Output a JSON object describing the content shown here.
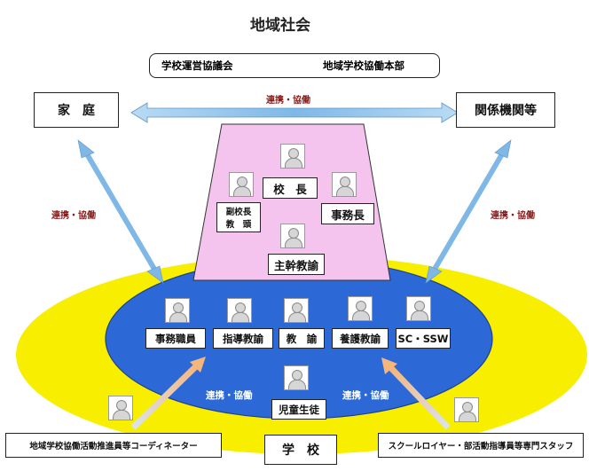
{
  "title": "地域社会",
  "header": {
    "left": "学校運営協議会",
    "right": "地域学校協働本部"
  },
  "outer": {
    "left": "家　庭",
    "right": "関係機関等",
    "link_top": "連携・協働",
    "link_left": "連携・協働",
    "link_right": "連携・協働"
  },
  "management": {
    "principal": "校　長",
    "vice_principal_line1": "副校長",
    "vice_principal_line2": "教　頭",
    "office_manager": "事務長",
    "chief_teacher": "主幹教諭"
  },
  "staff": {
    "office_staff": "事務職員",
    "guidance_teacher": "指導教諭",
    "teacher": "教　諭",
    "nurse_teacher": "養護教諭",
    "sc_ssw": "SC・SSW"
  },
  "students": "児童生徒",
  "inner_links": {
    "left": "連携・協働",
    "right": "連携・協働"
  },
  "bottom": {
    "left": "地域学校協働活動推進員等コーディネーター",
    "center": "学　校",
    "right": "スクールロイヤー・部活動指導員等専門スタッフ"
  },
  "colors": {
    "yellow_ellipse": "#f7ee00",
    "blue_ellipse": "#2d69d6",
    "pink_trapezoid": "#f4c4ee",
    "link_arrow": "#8cc0e8",
    "inner_arrow": "#f5c79a"
  }
}
